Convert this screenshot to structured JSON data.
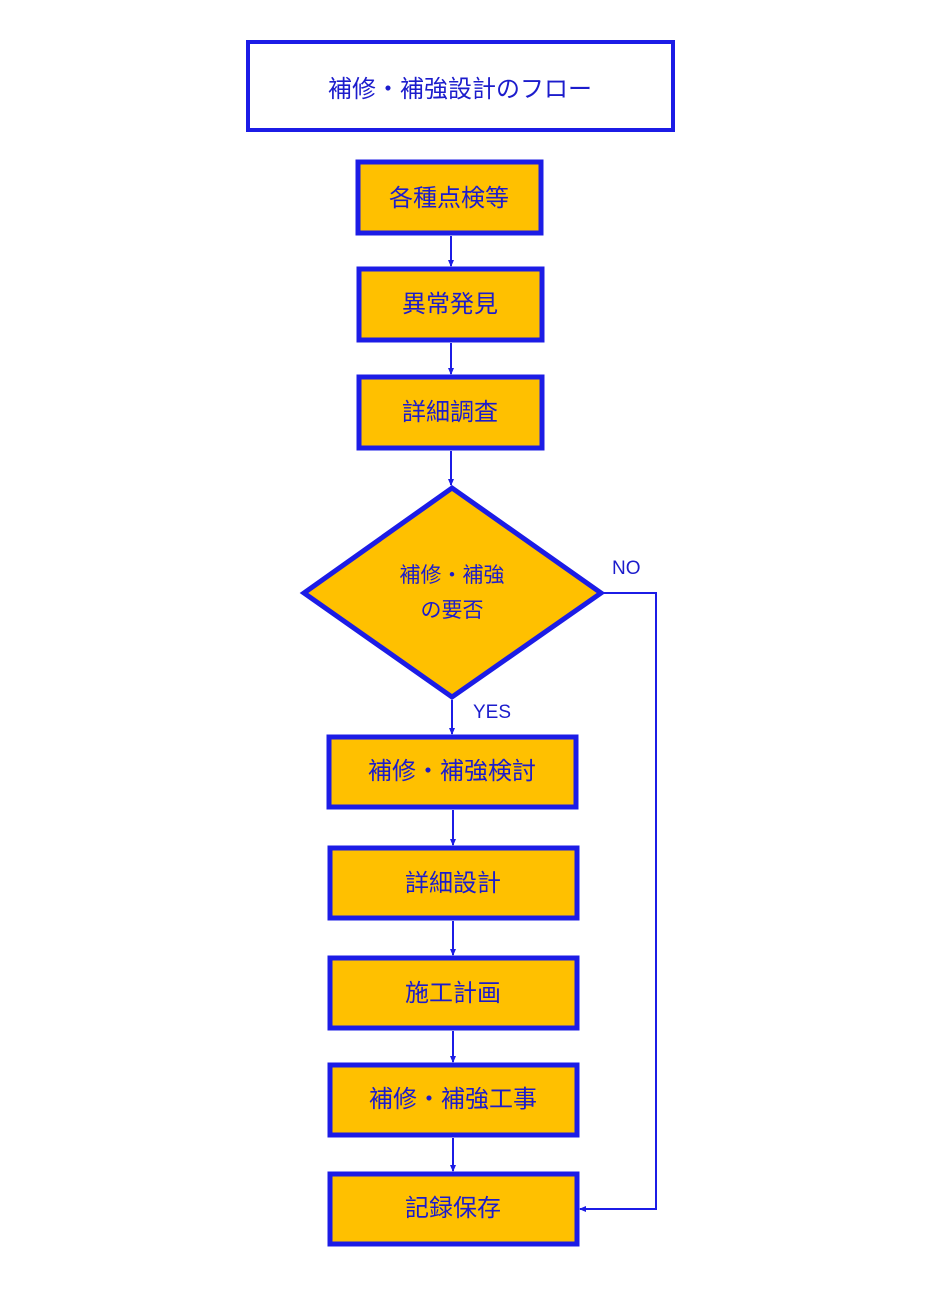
{
  "title": "補修・補強設計のフロー",
  "steps_before": [
    "各種点検等",
    "異常発見",
    "詳細調査"
  ],
  "decision": {
    "line1": "補修・補強",
    "line2": "の要否"
  },
  "steps_after": [
    "補修・補強検討",
    "詳細設計",
    "施工計画",
    "補修・補強工事",
    "記録保存"
  ],
  "labels": {
    "yes": "YES",
    "no": "NO"
  },
  "colors": {
    "box_fill": "#FFC000",
    "border": "#1C1CE6",
    "text": "#1C1CCC",
    "background": "#FFFFFF"
  }
}
